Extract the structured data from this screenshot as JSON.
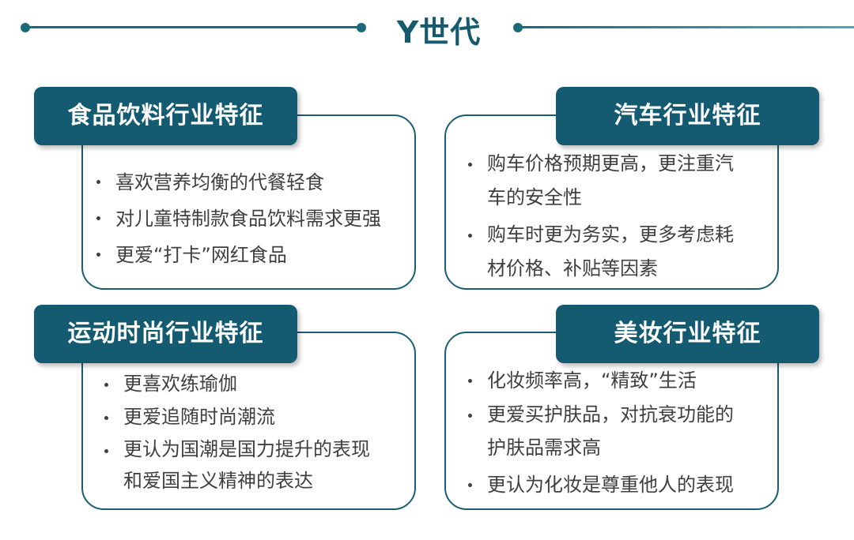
{
  "title": "Y世代",
  "panels": [
    {
      "heading": "食品饮料行业特征",
      "items": [
        "喜欢营养均衡的代餐轻食",
        "对儿童特制款食品饮料需求更强",
        "更爱“打卡”网红食品"
      ]
    },
    {
      "heading": "汽车行业特征",
      "items": [
        {
          "line1": "购车价格预期更高，更注重汽",
          "line2": "车的安全性"
        },
        {
          "line1": "购车时更为务实，更多考虑耗",
          "line2": "材价格、补贴等因素"
        }
      ]
    },
    {
      "heading": "运动时尚行业特征",
      "items": [
        {
          "line1": "更喜欢练瑜伽"
        },
        {
          "line1": "更爱追随时尚潮流"
        },
        {
          "line1": "更认为国潮是国力提升的表现",
          "line2": "和爱国主义精神的表达"
        }
      ]
    },
    {
      "heading": "美妆行业特征",
      "items": [
        {
          "line1": "化妆频率高，“精致”生活"
        },
        {
          "line1": "更爱买护肤品，对抗衰功能的",
          "line2": "护肤品需求高"
        },
        {
          "line1": "更认为化妆是尊重他人的表现"
        }
      ]
    }
  ],
  "colors": {
    "accent": "#145a70",
    "line": "#1a6a7e",
    "text": "#3f3f3f"
  }
}
